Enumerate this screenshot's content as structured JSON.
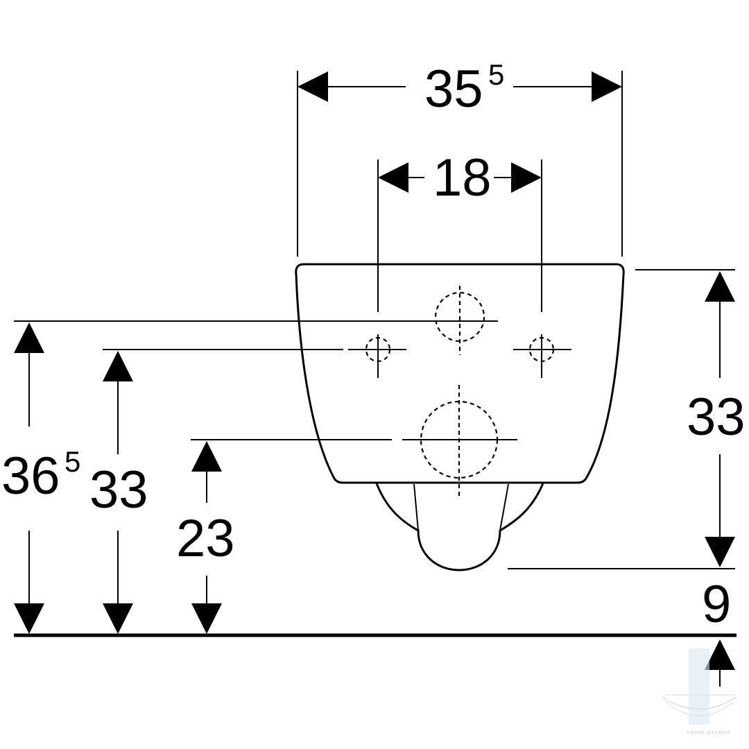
{
  "drawing": {
    "dimensions": {
      "overall_width": {
        "main": "35",
        "sup": "5"
      },
      "fixing_spacing": {
        "main": "18"
      },
      "height_left_outer": {
        "main": "36",
        "sup": "5"
      },
      "height_left_fixings": {
        "main": "33"
      },
      "height_left_outlet": {
        "main": "23"
      },
      "height_right_body": {
        "main": "33"
      },
      "height_right_bottom": {
        "main": "9"
      }
    },
    "watermark": {
      "brand": "vannu pasaule"
    }
  }
}
